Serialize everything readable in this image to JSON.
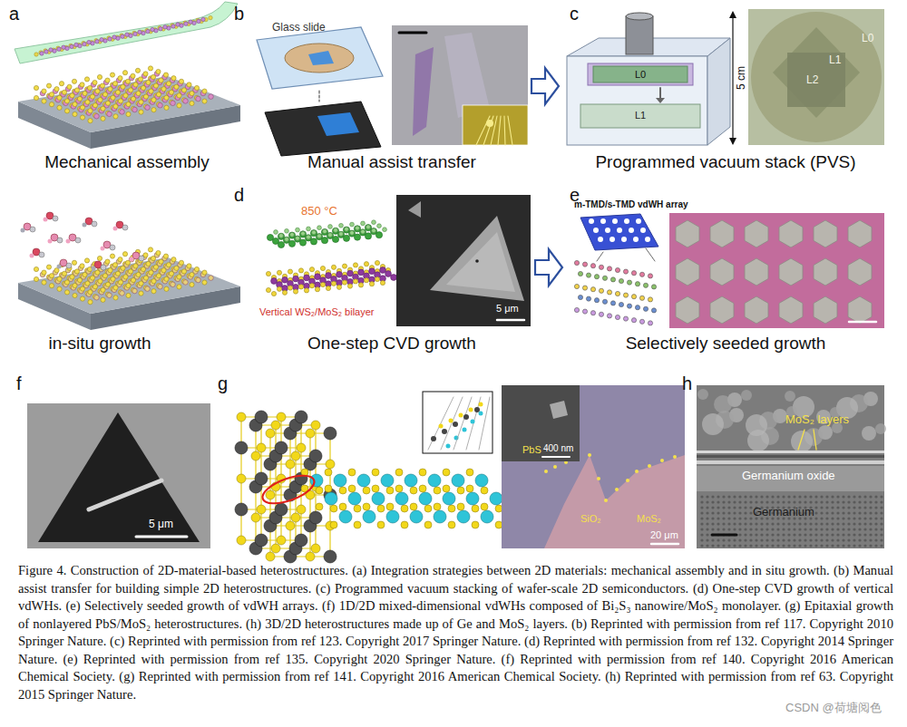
{
  "diagram": {
    "caption": "Figure 4. Construction of 2D-material-based heterostructures. (a) Integration strategies between 2D materials: mechanical assembly and in situ growth. (b) Manual assist transfer for building simple 2D heterostructures. (c) Programmed vacuum stacking of wafer-scale 2D semiconductors. (d) One-step CVD growth of vertical vdWHs. (e) Selectively seeded growth of vdWH arrays. (f) 1D/2D mixed-dimensional vdWHs composed of Bi₂S₃ nanowire/MoS₂ monolayer. (g) Epitaxial growth of nonlayered PbS/MoS₂ heterostructures. (h) 3D/2D heterostructures made up of Ge and MoS₂ layers. (b) Reprinted with permission from ref 117. Copyright 2010 Springer Nature. (c) Reprinted with permission from ref 123. Copyright 2017 Springer Nature. (d) Reprinted with permission from ref 132. Copyright 2014 Springer Nature. (e) Reprinted with permission from ref 135. Copyright 2020 Springer Nature. (f) Reprinted with permission from ref 140. Copyright 2016 American Chemical Society. (g) Reprinted with permission from ref 141. Copyright 2016 American Chemical Society. (h) Reprinted with permission from ref 63. Copyright 2015 Springer Nature.",
    "labels": [
      "a",
      "Mechanical assembly",
      "in-situ growth",
      "b",
      "Glass slide",
      "Manual assist transfer",
      "c",
      "L0",
      "L1",
      "5 cm",
      "L0",
      "L1",
      "L2",
      "Programmed vacuum stack (PVS)",
      "d",
      "850 °C",
      "Vertical WS₂/MoS₂ bilayer",
      "5 μm",
      "One-step CVD growth",
      "e",
      "m-TMD/s-TMD vdWH array",
      "Selectively seeded growth",
      "f",
      "5 μm",
      "g",
      "PbS",
      "400 nm",
      "SiO₂",
      "MoS₂",
      "20 μm",
      "h",
      "MoS₂ layers",
      "Germanium oxide",
      "Germanium",
      "CSDN @荷塘阅色"
    ]
  }
}
